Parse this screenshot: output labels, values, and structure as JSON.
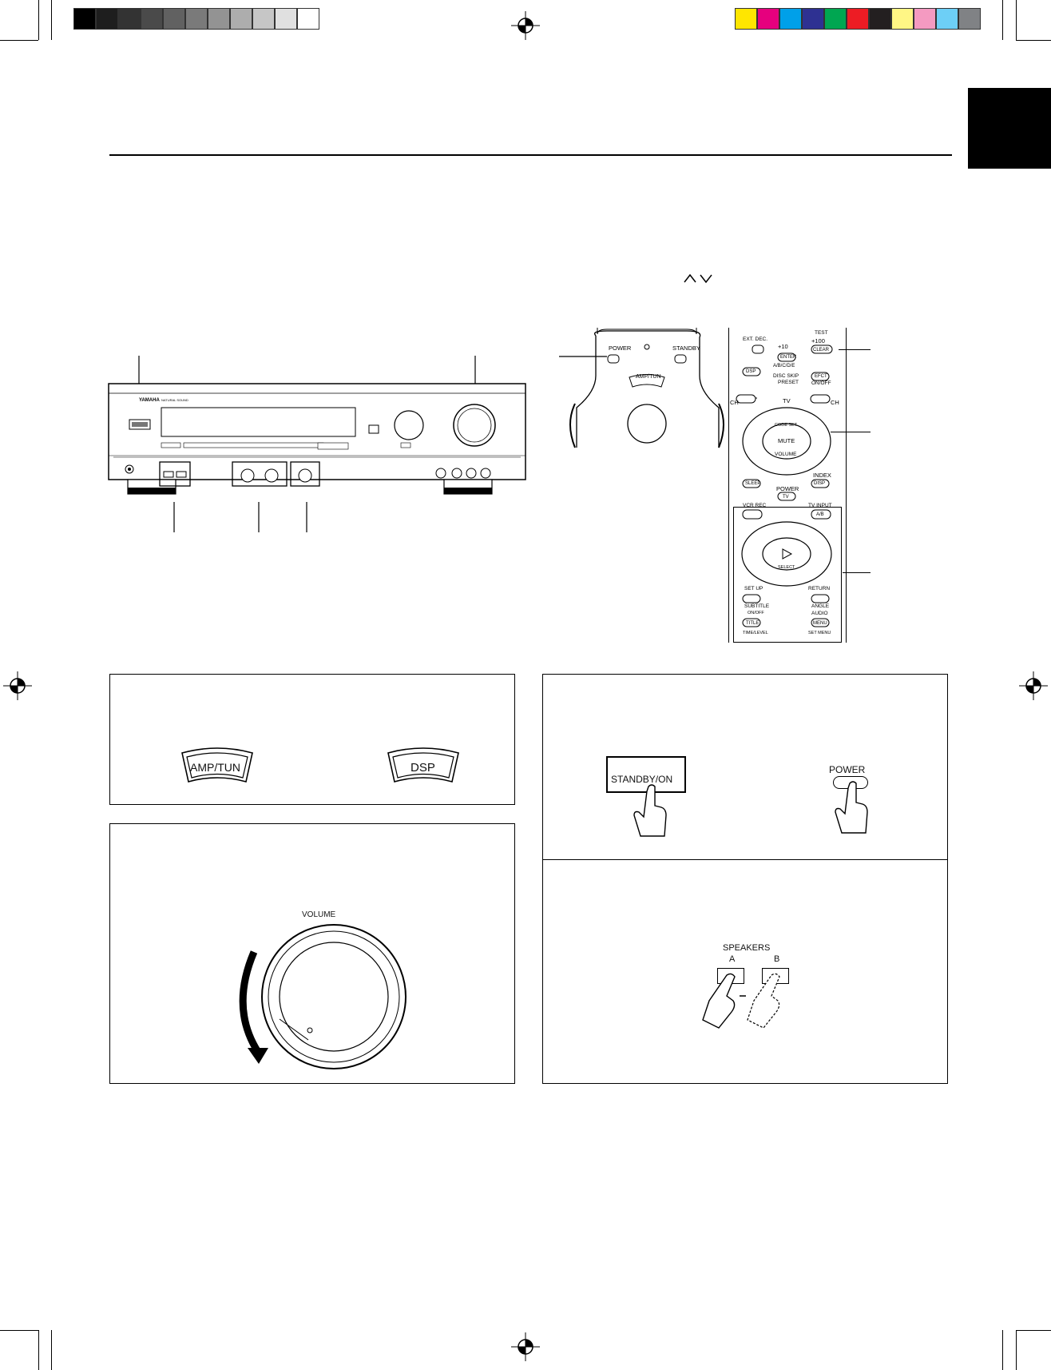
{
  "color_bar": {
    "gray_swatches": [
      "#000000",
      "#1e1e1e",
      "#333333",
      "#4a4a4a",
      "#616161",
      "#7a7a7a",
      "#939393",
      "#adadad",
      "#c6c6c6",
      "#e0e0e0",
      "#ffffff"
    ],
    "color_swatches": [
      "#ffe600",
      "#e6007e",
      "#00a0e9",
      "#2e3192",
      "#00a651",
      "#ed1c24",
      "#231f20",
      "#fff685",
      "#f49ac1",
      "#6dcff6",
      "#808285"
    ]
  },
  "remote_top": {
    "ext_dec": "EXT. DEC.",
    "test": "TEST",
    "plus100": "+100",
    "plus10": "+10",
    "enter": "ENTER",
    "clear": "CLEAR",
    "abcde": "A/B/C/D/E",
    "dsp": "DSP",
    "disc_skip": "DISC SKIP",
    "preset": "PRESET",
    "efct": "EFCT",
    "on_off": "ON/OFF",
    "ch": "CH",
    "tv": "TV",
    "code_set": "CODE SET",
    "mute": "MUTE",
    "volume": "VOLUME",
    "sleep": "SLEEP",
    "index": "INDEX",
    "disp": "DISP",
    "power": "POWER",
    "tv_btn": "TV",
    "vcr_rec": "VCR REC",
    "tv_input": "TV INPUT",
    "ab": "A/B",
    "select": "SELECT",
    "set_up": "SET UP",
    "return": "RETURN",
    "subtitle": "SUBTITLE",
    "angle": "ANGLE",
    "on_off2": "ON/OFF",
    "audio": "AUDIO",
    "title": "TITLE",
    "menu": "MENU",
    "time_level": "TIME/LEVEL",
    "sets_menu": "SET MENU"
  },
  "remote_small": {
    "power": "POWER",
    "standby": "STANDBY",
    "amp_tun": "AMP/TUN"
  },
  "panels": {
    "buttons_panel": {
      "amp_tun": "AMP/TUN",
      "dsp": "DSP"
    },
    "standby_panel": {
      "standby_on": "STANDBY/ON",
      "power": "POWER"
    },
    "volume_panel": {
      "volume": "VOLUME"
    },
    "speakers_panel": {
      "speakers": "SPEAKERS",
      "a": "A",
      "b": "B"
    }
  },
  "receiver": {
    "brand": "YAMAHA",
    "sub": "NATURAL SOUND"
  }
}
